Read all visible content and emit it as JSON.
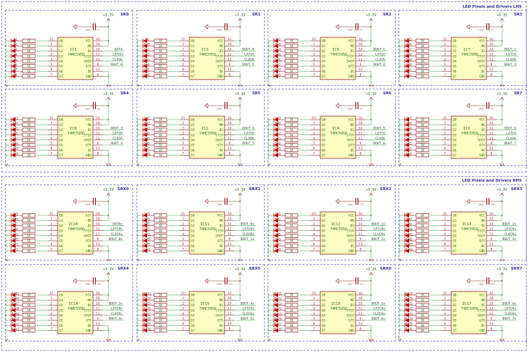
{
  "groups": [
    {
      "title": "LED Pixels and Drivers LHS"
    },
    {
      "title": "LED Pixels and Drivers RHS"
    }
  ],
  "common": {
    "supply_label": "+3.3V",
    "gnd_label": "GND",
    "cap_value": "10uF",
    "resistor_value": "1K",
    "chip_part": "74HC595D",
    "left_pins": [
      {
        "num": "15",
        "name": "Q0"
      },
      {
        "num": "1",
        "name": "Q1"
      },
      {
        "num": "2",
        "name": "Q2"
      },
      {
        "num": "3",
        "name": "Q3"
      },
      {
        "num": "4",
        "name": "Q4"
      },
      {
        "num": "5",
        "name": "Q5"
      },
      {
        "num": "6",
        "name": "Q6"
      },
      {
        "num": "7",
        "name": "Q7"
      }
    ],
    "right_pins": [
      {
        "num": "16",
        "name": "VCC"
      },
      {
        "num": "10",
        "name": "MR"
      },
      {
        "num": "14",
        "name": "DS"
      },
      {
        "num": "12",
        "name": "STCP"
      },
      {
        "num": "11",
        "name": "SHCP"
      },
      {
        "num": "9",
        "name": "Q7S"
      },
      {
        "num": "13",
        "name": "OE"
      },
      {
        "num": "8",
        "name": "GND"
      }
    ]
  },
  "sheets": [
    {
      "name": "SR0",
      "ic": "IC1",
      "cap": "C1",
      "r_start": 1,
      "nets": [
        "DATA",
        "LATCH",
        "CLOCK",
        "DOUT_0"
      ]
    },
    {
      "name": "SR1",
      "ic": "IC3",
      "cap": "C3",
      "r_start": 9,
      "nets": [
        "DOUT_0",
        "LATCH",
        "CLOCK",
        "DOUT_1"
      ]
    },
    {
      "name": "SR2",
      "ic": "IC5",
      "cap": "C5",
      "r_start": 17,
      "nets": [
        "DOUT_1",
        "LATCH",
        "CLOCK",
        "DOUT_2"
      ]
    },
    {
      "name": "SR3",
      "ic": "IC7",
      "cap": "C7",
      "r_start": 25,
      "nets": [
        "DOUT_2",
        "LATCH",
        "CLOCK",
        "DOUT_3"
      ]
    },
    {
      "name": "SR4",
      "ic": "IC8",
      "cap": "C8",
      "r_start": 33,
      "nets": [
        "DOUT_3",
        "LATCH",
        "CLOCK",
        "DOUT_4"
      ]
    },
    {
      "name": "SR5",
      "ic": "IC2",
      "cap": "C2",
      "r_start": 41,
      "nets": [
        "DOUT_4",
        "LATCH",
        "CLOCK",
        "DOUT_5"
      ]
    },
    {
      "name": "SR6",
      "ic": "IC4",
      "cap": "C4",
      "r_start": 49,
      "nets": [
        "DOUT_5",
        "LATCH",
        "CLOCK",
        "DOUT_6"
      ]
    },
    {
      "name": "SR7",
      "ic": "IC6",
      "cap": "C6",
      "r_start": 57,
      "nets": [
        "DOUT_6",
        "LATCH",
        "CLOCK",
        "DOUT_7"
      ]
    },
    {
      "name": "SRX0",
      "ic": "IC10",
      "cap": "C11",
      "r_start": 65,
      "nets": [
        "DATAx",
        "LATCHx",
        "CLOCKx",
        "DOUT_0x"
      ]
    },
    {
      "name": "SRX1",
      "ic": "IC11",
      "cap": "C12",
      "r_start": 73,
      "nets": [
        "DOUT_0x",
        "LATCHx",
        "CLOCKx",
        "DOUT_1x"
      ]
    },
    {
      "name": "SRX2",
      "ic": "IC12",
      "cap": "C13",
      "r_start": 81,
      "nets": [
        "DOUT_1x",
        "LATCHx",
        "CLOCKx",
        "DOUT_2x"
      ]
    },
    {
      "name": "SRX3",
      "ic": "IC13",
      "cap": "C14",
      "r_start": 97,
      "nets": [
        "DOUT_2x",
        "LATCHx",
        "CLOCKx",
        "DOUT_3x"
      ]
    },
    {
      "name": "SRX4",
      "ic": "IC14",
      "cap": "C15",
      "r_start": 105,
      "nets": [
        "DOUT_3x",
        "LATCHx",
        "CLOCKx",
        "DOUT_4x"
      ]
    },
    {
      "name": "SRX5",
      "ic": "IC15",
      "cap": "C16",
      "r_start": 113,
      "nets": [
        "DOUT_4x",
        "LATCHx",
        "CLOCKx",
        "DOUT_5x"
      ]
    },
    {
      "name": "SRX6",
      "ic": "IC16",
      "cap": "C17",
      "r_start": 121,
      "nets": [
        "DOUT_5x",
        "LATCHx",
        "CLOCKx",
        "DOUT_6x"
      ]
    },
    {
      "name": "SRX7",
      "ic": "IC17",
      "cap": "C18",
      "r_start": 129,
      "nets": [
        "DOUT_6x",
        "LATCHx",
        "CLOCKx",
        "DOUT_7x"
      ]
    }
  ],
  "colors": {
    "border": "#8484d8",
    "title": "#2a2a9a",
    "wire": "#4caf50",
    "component": "#8b1a1a",
    "chip_fill": "#ffffc2",
    "text": "#1f6b1f",
    "pin_text": "#a03030",
    "led": "#c00000"
  }
}
